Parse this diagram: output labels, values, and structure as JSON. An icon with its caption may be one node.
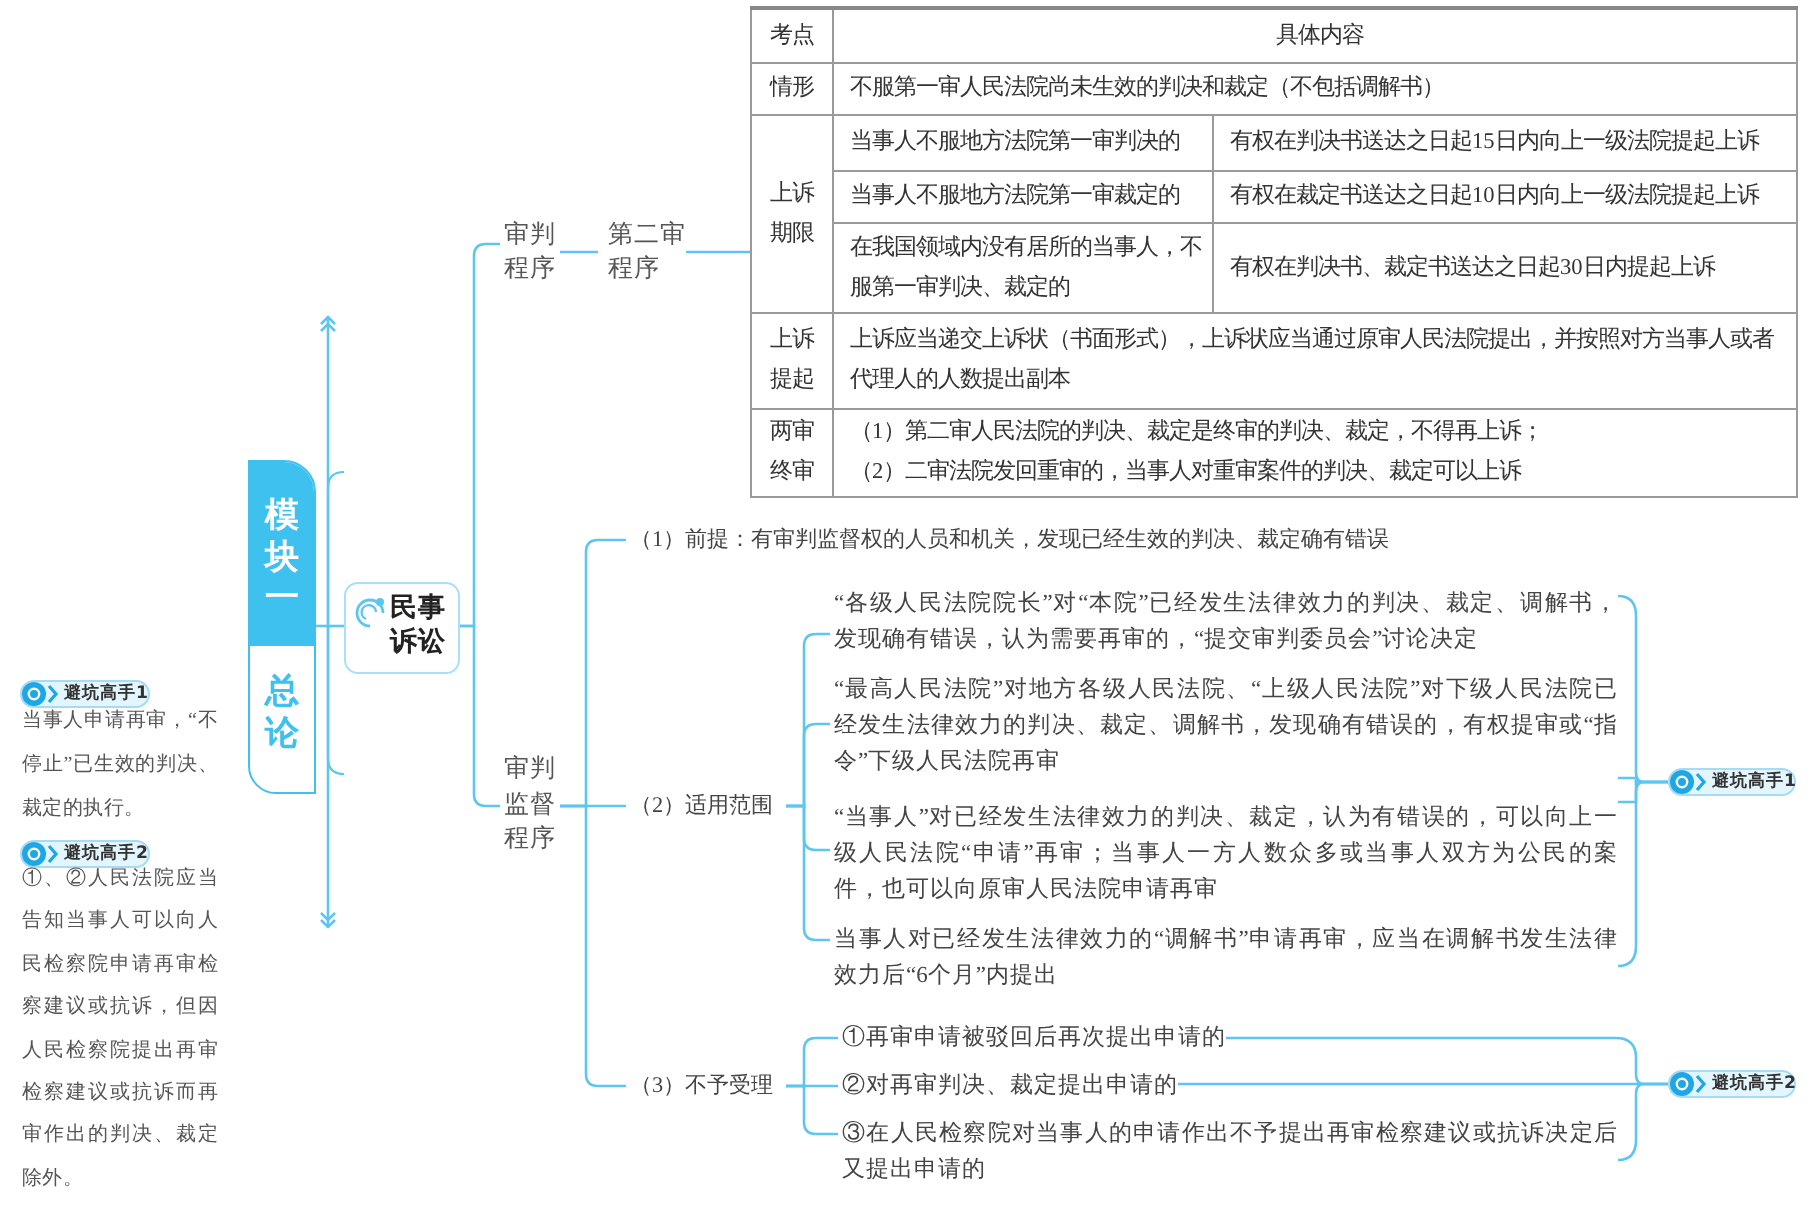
{
  "diagram": {
    "nodes": [
      {
        "text": [
          "模块一",
          "总论"
        ]
      },
      {
        "text": [
          "民事诉讼"
        ]
      },
      {
        "text": [
          "审判程序"
        ]
      },
      {
        "text": [
          "第二审程序"
        ]
      },
      {
        "text": [
          "考点",
          "具体内容",
          "情形",
          "不服第一审人民法院尚未生效的判决和裁定（不包括调解书）",
          "上诉期限",
          "当事人不服地方法院第一审判决的",
          "有权在判决书送达之日起15日内向上一级法院提起上诉",
          "当事人不服地方法院第一审裁定的",
          "有权在裁定书送达之日起10日内向上一级法院提起上诉",
          "在我国领域内没有居所的当事人，不服第一审判决、裁定的",
          "有权在判决书、裁定书送达之日起30日内提起上诉",
          "上诉提起",
          "上诉应当递交上诉状（书面形式），上诉状应当通过原审人民法院提出，并按照对方当事人或者代理人的人数提出副本",
          "两审终审",
          "（1）第二审人民法院的判决、裁定是终审的判决、裁定，不得再上诉；",
          "（2）二审法院发回重审的，当事人对重审案件的判决、裁定可以上诉"
        ]
      },
      {
        "text": [
          "审判监督程序"
        ]
      },
      {
        "text": [
          "（1）前提：有审判监督权的人员和机关，发现已经生效的判决、裁定确有错误"
        ]
      },
      {
        "text": [
          "（2）适用范围"
        ]
      },
      {
        "text": [
          "“各级人民法院院长”对“本院”已经发生法律效力的判决、裁定、调解书，发现确有错误，认为需要再审的，“提交审判委员会”讨论决定"
        ]
      },
      {
        "text": [
          "“最高人民法院”对地方各级人民法院、“上级人民法院”对下级人民法院已经发生法律效力的判决、裁定、调解书，发现确有错误的，有权提审或“指令”下级人民法院再审"
        ]
      },
      {
        "text": [
          "“当事人”对已经发生法律效力的判决、裁定，认为有错误的，可以向上一级人民法院“申请”再审；当事人一方人数众多或当事人双方为公民的案件，也可以向原审人民法院申请再审"
        ]
      },
      {
        "text": [
          "当事人对已经发生法律效力的“调解书”申请再审，应当在调解书发生法律效力后“6个月”内提出"
        ]
      },
      {
        "text": [
          "避坑高手1"
        ]
      },
      {
        "text": [
          "（3）不予受理"
        ]
      },
      {
        "text": [
          "①再审申请被驳回后再次提出申请的"
        ]
      },
      {
        "text": [
          "②对再审判决、裁定提出申请的"
        ]
      },
      {
        "text": [
          "③在人民检察院对当事人的申请作出不予提出再审检察建议或抗诉决定后又提出申请的"
        ]
      },
      {
        "text": [
          "避坑高手2"
        ]
      },
      {
        "text": [
          "避坑高手1"
        ],
        "beside": [
          "当事人申请再审，“不停止”已生效的判决、裁定的执行。"
        ]
      },
      {
        "text": [
          "避坑高手2"
        ],
        "beside": [
          "①、②人民法院应当告知当事人可以向人民检察院申请再审检察建议或抗诉，但因人民检察院提出再审检察建议或抗诉而再审作出的判决、裁定除外。"
        ]
      }
    ],
    "edges": [
      {
        "from": 0,
        "to": 1,
        "arrow": "none"
      },
      {
        "from": 1,
        "to": 2,
        "arrow": "none"
      },
      {
        "from": 1,
        "to": 5,
        "arrow": "none"
      },
      {
        "from": 2,
        "to": 3,
        "arrow": "none"
      },
      {
        "from": 3,
        "to": 4,
        "arrow": "none"
      },
      {
        "from": 5,
        "to": 6,
        "arrow": "none"
      },
      {
        "from": 5,
        "to": 7,
        "arrow": "none"
      },
      {
        "from": 5,
        "to": 13,
        "arrow": "none"
      },
      {
        "from": 7,
        "to": 8,
        "arrow": "none"
      },
      {
        "from": 7,
        "to": 9,
        "arrow": "none"
      },
      {
        "from": 7,
        "to": 10,
        "arrow": "none"
      },
      {
        "from": 7,
        "to": 11,
        "arrow": "none"
      },
      {
        "from": 8,
        "to": 12,
        "arrow": "none"
      },
      {
        "from": 9,
        "to": 12,
        "arrow": "none"
      },
      {
        "from": 10,
        "to": 12,
        "arrow": "none"
      },
      {
        "from": 11,
        "to": 12,
        "arrow": "none"
      },
      {
        "from": 13,
        "to": 14,
        "arrow": "none"
      },
      {
        "from": 13,
        "to": 15,
        "arrow": "none"
      },
      {
        "from": 13,
        "to": 16,
        "arrow": "none"
      },
      {
        "from": 14,
        "to": 17,
        "arrow": "none"
      },
      {
        "from": 15,
        "to": 17,
        "arrow": "none"
      },
      {
        "from": 16,
        "to": 17,
        "arrow": "none"
      }
    ]
  }
}
